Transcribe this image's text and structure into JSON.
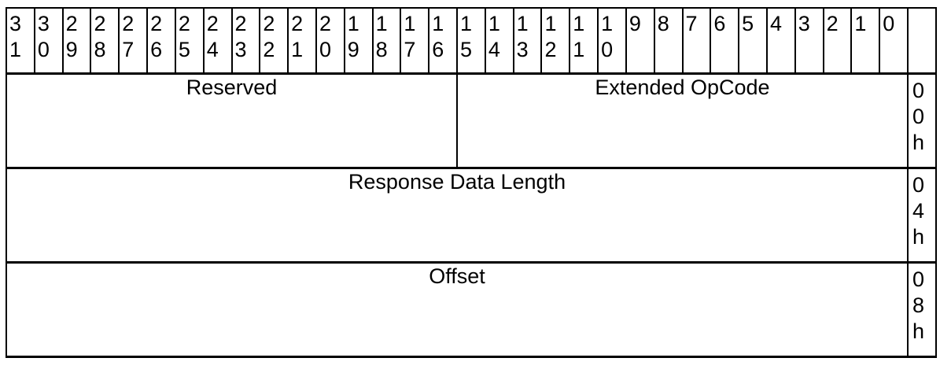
{
  "bits": [
    "31",
    "30",
    "29",
    "28",
    "27",
    "26",
    "25",
    "24",
    "23",
    "22",
    "21",
    "20",
    "19",
    "18",
    "17",
    "16",
    "15",
    "14",
    "13",
    "12",
    "11",
    "10",
    "9",
    "8",
    "7",
    "6",
    "5",
    "4",
    "3",
    "2",
    "1",
    "0"
  ],
  "rows": [
    {
      "offset": "00h",
      "fields": [
        {
          "label": "Reserved",
          "hi": 31,
          "lo": 16
        },
        {
          "label": "Extended OpCode",
          "hi": 15,
          "lo": 0
        }
      ]
    },
    {
      "offset": "04h",
      "fields": [
        {
          "label": "Response Data Length",
          "hi": 31,
          "lo": 0
        }
      ]
    },
    {
      "offset": "08h",
      "fields": [
        {
          "label": "Offset",
          "hi": 31,
          "lo": 0
        }
      ]
    }
  ]
}
